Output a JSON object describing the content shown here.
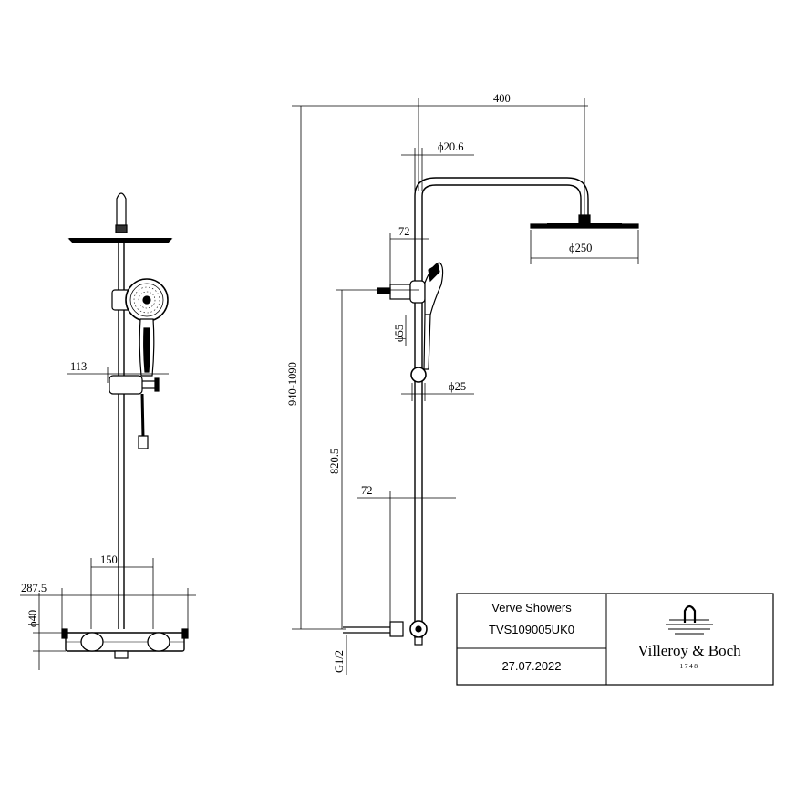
{
  "front_view": {
    "dim_top_pipe": "113",
    "dim_outlet_spacing": "150",
    "dim_total_width": "287.5",
    "dim_inlet_diameter": "ϕ40"
  },
  "side_view": {
    "dim_arm_length": "400",
    "dim_pipe_diameter": "ϕ20.6",
    "dim_head_diameter": "ϕ250",
    "dim_upper_offset": "72",
    "dim_bracket_diameter": "ϕ55",
    "dim_rail_diameter": "ϕ25",
    "dim_total_height": "940-1090",
    "dim_rail_height": "820.5",
    "dim_lower_offset": "72",
    "dim_thread": "G1/2"
  },
  "title_block": {
    "product_name": "Verve Showers",
    "product_code": "TVS109005UK0",
    "date": "27.07.2022",
    "brand": "Villeroy & Boch",
    "brand_year": "1748"
  }
}
